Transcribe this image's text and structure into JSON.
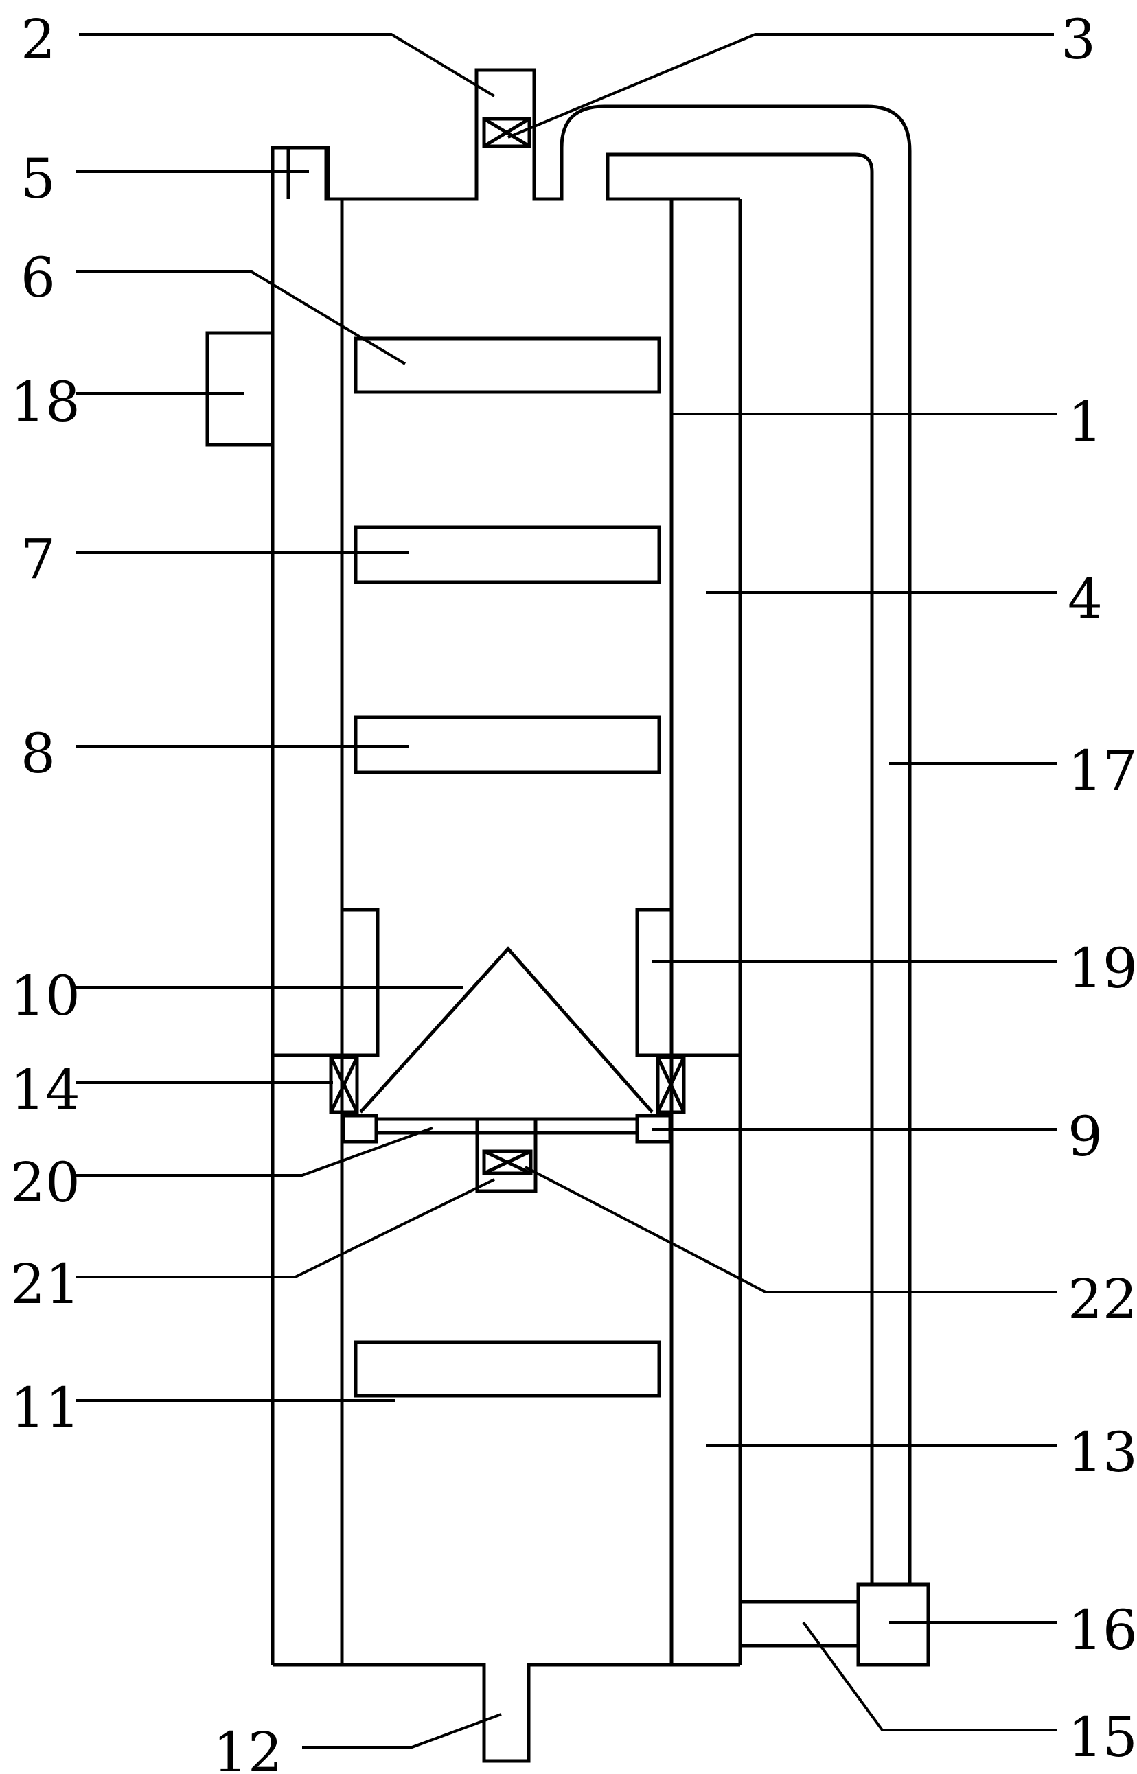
{
  "colors": {
    "line": "#000000",
    "background": "#ffffff"
  },
  "labels": [
    "2",
    "3",
    "5",
    "6",
    "18",
    "1",
    "7",
    "4",
    "8",
    "17",
    "10",
    "19",
    "14",
    "9",
    "20",
    "21",
    "22",
    "11",
    "13",
    "16",
    "12",
    "15"
  ]
}
